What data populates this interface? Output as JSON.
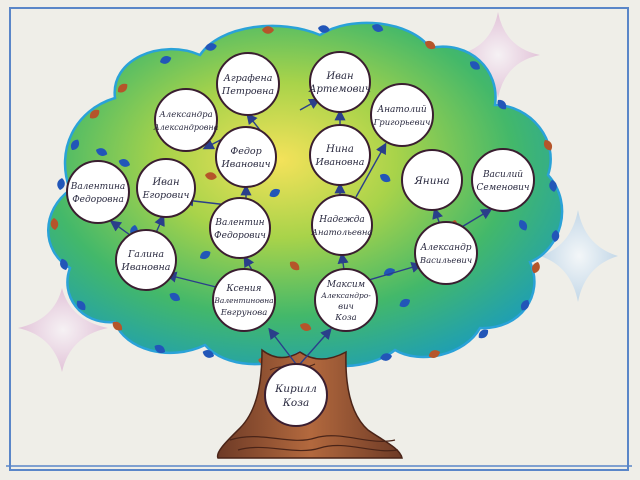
{
  "people": {
    "agrafena": {
      "line1": "Аграфена",
      "line2": "Петровна"
    },
    "ivan_art": {
      "line1": "Иван",
      "line2": "Артемович"
    },
    "alexandra": {
      "line1": "Александра",
      "line2": "Александровна"
    },
    "anatoly": {
      "line1": "Анатолий",
      "line2": "Григорьевич"
    },
    "fedor": {
      "line1": "Федор",
      "line2": "Иванович"
    },
    "nina": {
      "line1": "Нина",
      "line2": "Ивановна"
    },
    "valentina": {
      "line1": "Валентина",
      "line2": "Федоровна"
    },
    "ivan_egor": {
      "line1": "Иван",
      "line2": "Егорович"
    },
    "yanina": {
      "line1": "Янина",
      "line2": ""
    },
    "vasily": {
      "line1": "Василий",
      "line2": "Семенович"
    },
    "valentin": {
      "line1": "Валентин",
      "line2": "Федорович"
    },
    "nadezhda": {
      "line1": "Надежда",
      "line2": "Анатольевна"
    },
    "galina": {
      "line1": "Галина",
      "line2": "Ивановна"
    },
    "alexandr": {
      "line1": "Александр",
      "line2": "Васильевич"
    },
    "ksenia": {
      "line1": "Ксения",
      "line2": "Валентиновна",
      "line3": "Евгрунова"
    },
    "maksim": {
      "line1": "Максим",
      "line2": "Александро-",
      "line3": "вич",
      "line4": "Коза"
    },
    "kirill": {
      "line1": "Кирилл",
      "line2": "Коза"
    }
  },
  "colors": {
    "paper": "#efeee8",
    "frame": "#5a86c8",
    "foliage_outline": "#2aa2d8",
    "leaf": "#2256b8",
    "node_stroke": "#3a1e30",
    "node_fill": "#ffffff",
    "arrow": "#2a3f8a",
    "trunk": "#8a4e34"
  }
}
